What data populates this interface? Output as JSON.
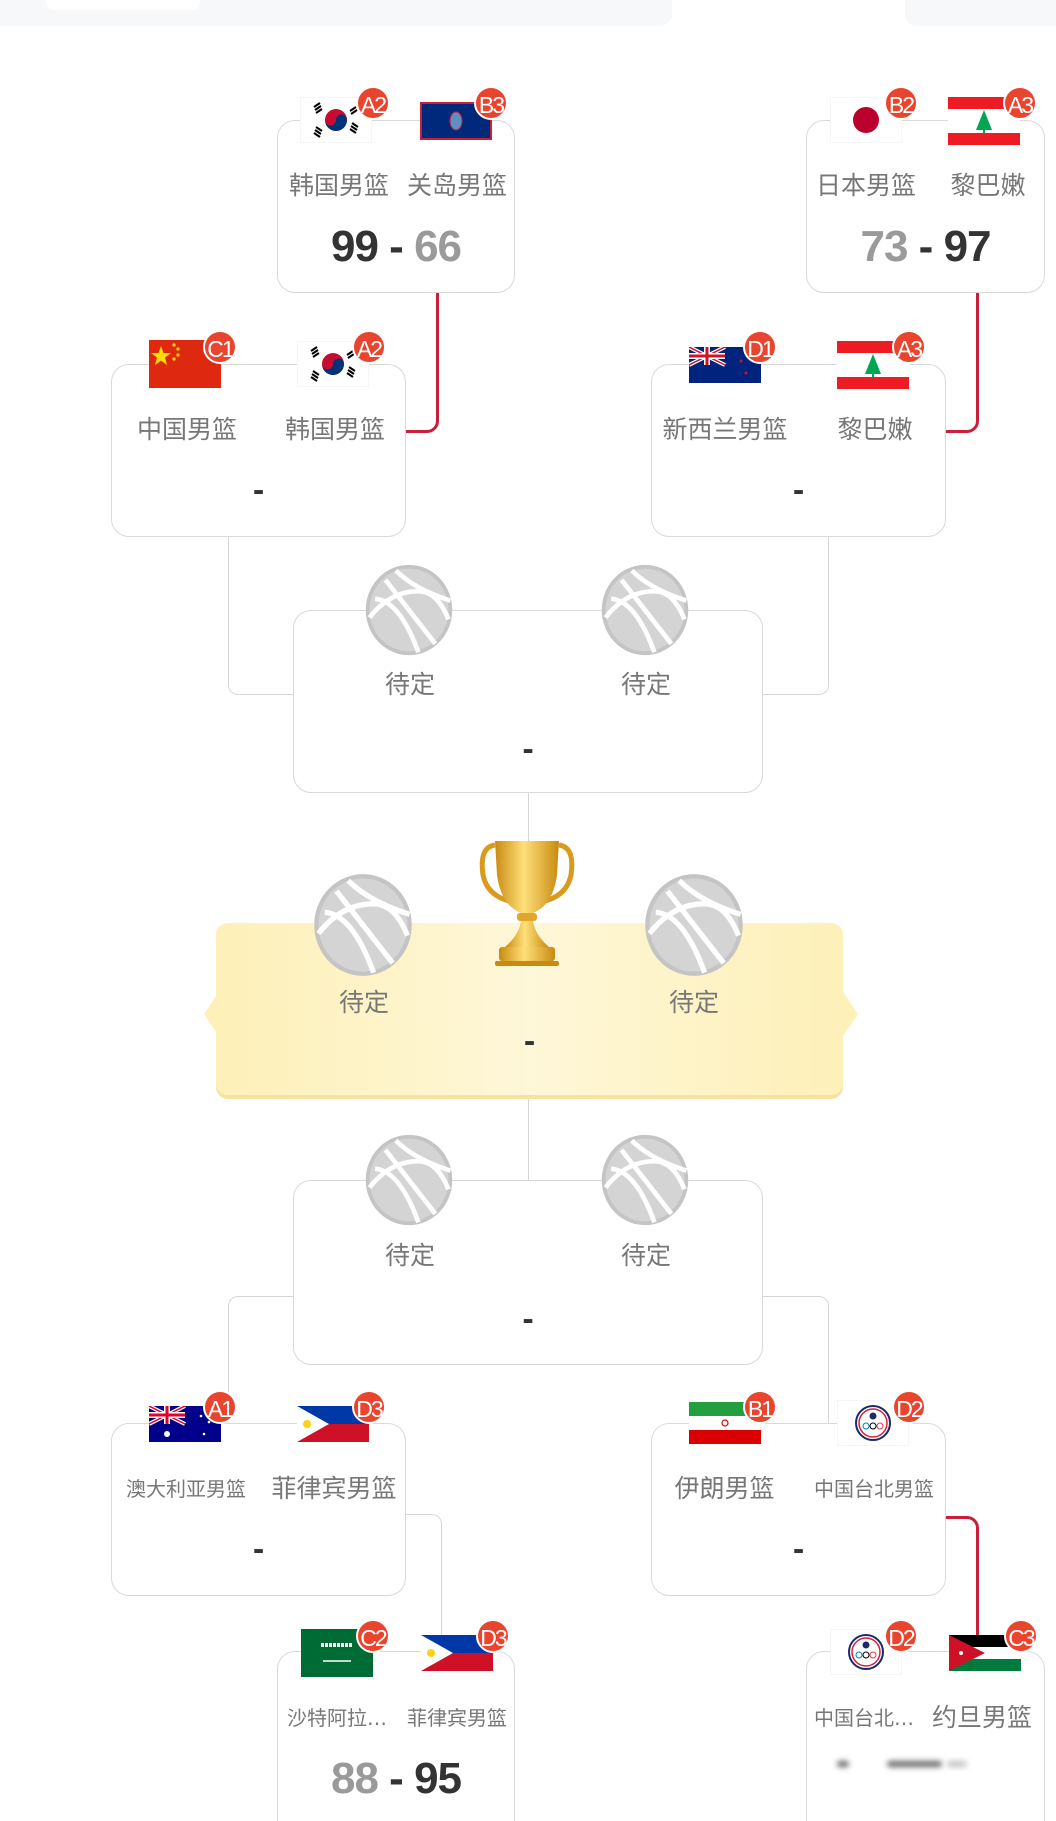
{
  "bracket": {
    "top_left_match": {
      "team1": {
        "name": "韩国男篮",
        "seed": "A2",
        "flag": "korea-flag"
      },
      "team2": {
        "name": "关岛男篮",
        "seed": "B3",
        "flag": "guam-flag"
      },
      "score1": "99",
      "score2": "66",
      "separator": "-"
    },
    "top_right_match": {
      "team1": {
        "name": "日本男篮",
        "seed": "B2",
        "flag": "japan-flag"
      },
      "team2": {
        "name": "黎巴嫩",
        "seed": "A3",
        "flag": "lebanon-flag"
      },
      "score1": "73",
      "score2": "97",
      "separator": "-"
    },
    "quarter_top_left": {
      "team1": {
        "name": "中国男篮",
        "seed": "C1",
        "flag": "china-flag"
      },
      "team2": {
        "name": "韩国男篮",
        "seed": "A2",
        "flag": "korea-flag"
      },
      "score": "-"
    },
    "quarter_top_right": {
      "team1": {
        "name": "新西兰男篮",
        "seed": "D1",
        "flag": "new-zealand-flag"
      },
      "team2": {
        "name": "黎巴嫩",
        "seed": "A3",
        "flag": "lebanon-flag"
      },
      "score": "-"
    },
    "semi_top": {
      "team1": {
        "name": "待定"
      },
      "team2": {
        "name": "待定"
      },
      "score": "-"
    },
    "final": {
      "team1": {
        "name": "待定"
      },
      "team2": {
        "name": "待定"
      },
      "score": "-",
      "trophy": "trophy-icon"
    },
    "semi_bottom": {
      "team1": {
        "name": "待定"
      },
      "team2": {
        "name": "待定"
      },
      "score": "-"
    },
    "quarter_bottom_left": {
      "team1": {
        "name": "澳大利亚男篮",
        "seed": "A1",
        "flag": "australia-flag"
      },
      "team2": {
        "name": "菲律宾男篮",
        "seed": "D3",
        "flag": "philippines-flag"
      },
      "score": "-"
    },
    "quarter_bottom_right": {
      "team1": {
        "name": "伊朗男篮",
        "seed": "B1",
        "flag": "iran-flag"
      },
      "team2": {
        "name": "中国台北男篮",
        "seed": "D2",
        "flag": "chinese-taipei-flag"
      },
      "score": "-"
    },
    "bottom_left_match": {
      "team1": {
        "name": "沙特阿拉…",
        "seed": "C2",
        "flag": "saudi-arabia-flag"
      },
      "team2": {
        "name": "菲律宾男篮",
        "seed": "D3",
        "flag": "philippines-flag"
      },
      "score1": "88",
      "score2": "95",
      "separator": "-"
    },
    "bottom_right_match": {
      "team1": {
        "name": "中国台北…",
        "seed": "D2",
        "flag": "chinese-taipei-flag"
      },
      "team2": {
        "name": "约旦男篮",
        "seed": "C3",
        "flag": "jordan-flag"
      },
      "score": "obscured"
    }
  },
  "colors": {
    "badge": "#e8442e",
    "advance_line": "#c8203c",
    "connector": "#d6d6d6",
    "final_panel": "#fdf0b8"
  }
}
